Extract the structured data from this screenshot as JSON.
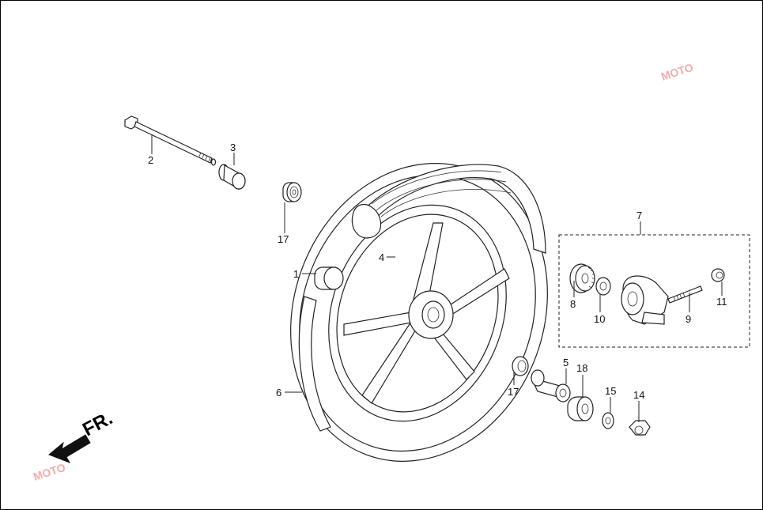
{
  "diagram": {
    "callouts": {
      "c1": "1",
      "c2": "2",
      "c3": "3",
      "c4": "4",
      "c5": "5",
      "c6": "6",
      "c7": "7",
      "c8": "8",
      "c9": "9",
      "c10": "10",
      "c11": "11",
      "c14": "14",
      "c15": "15",
      "c17a": "17",
      "c17b": "17",
      "c18": "18"
    },
    "direction_label": "FR.",
    "watermark": "MOTO"
  }
}
